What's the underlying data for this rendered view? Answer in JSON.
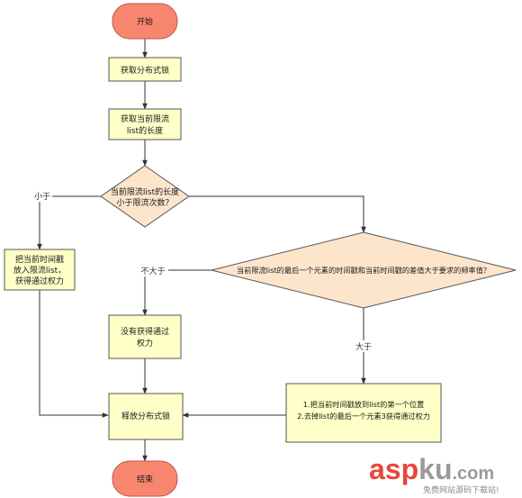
{
  "nodes": {
    "start": {
      "text": "开始"
    },
    "acquire_lock": {
      "text": "获取分布式锁"
    },
    "get_length": {
      "line1": "获取当前限流",
      "line2": "list的长度"
    },
    "check_length": {
      "line1": "当前限流list的长度",
      "line2": "小于限流次数？"
    },
    "add_timestamp": {
      "line1": "把当前时间戳",
      "line2": "放入限流list，",
      "line3": "获得通过权力"
    },
    "check_interval": {
      "text": "当前限流list的最后一个元素的时间戳和当前时间戳的差值大于要求的频率值？"
    },
    "no_permission": {
      "line1": "没有获得通过",
      "line2": "权力"
    },
    "release_lock": {
      "text": "释放分布式锁"
    },
    "replace_timestamp": {
      "line1": "1.把当前时间戳放到list的第一个位置",
      "line2": "2.去掉list的最后一个元素3获得通过权力"
    },
    "end": {
      "text": "结束"
    }
  },
  "edges": {
    "less_than": "小于",
    "not_greater": "不大于",
    "greater": "大于"
  },
  "watermark": {
    "brand_a": "asp",
    "brand_b": "ku",
    "brand_c": ".com",
    "tagline": "免费网站源码下载站!"
  },
  "colors": {
    "terminal_fill": "#f8866e",
    "process_fill": "#ffffc8",
    "decision_fill": "#fde5cc",
    "stroke": "#555555",
    "watermark_red": "#e8453c"
  }
}
